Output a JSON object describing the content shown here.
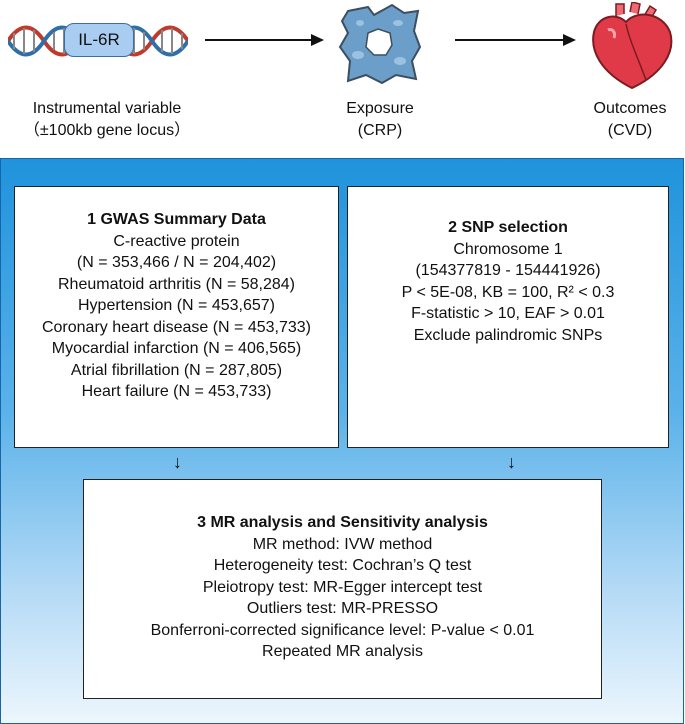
{
  "gene_label": "IL-6R",
  "captions": {
    "instrument_line1": "Instrumental variable",
    "instrument_line2": "（±100kb gene locus）",
    "exposure_line1": "Exposure",
    "exposure_line2": "(CRP)",
    "outcome_line1": "Outcomes",
    "outcome_line2": "(CVD)"
  },
  "box1": {
    "title": "1  GWAS Summary Data",
    "lines": [
      "C-reactive protein",
      "(N = 353,466 / N = 204,402)",
      "Rheumatoid arthritis (N = 58,284)",
      "Hypertension (N = 453,657)",
      "Coronary heart disease (N = 453,733)",
      "Myocardial infarction (N = 406,565)",
      "Atrial fibrillation (N = 287,805)",
      "Heart failure (N = 453,733)"
    ]
  },
  "box2": {
    "title": "2  SNP selection",
    "lines": [
      "Chromosome 1",
      "(154377819 - 154441926)",
      "P < 5E-08, KB = 100, R² < 0.3",
      "F-statistic > 10, EAF > 0.01",
      "Exclude palindromic SNPs"
    ]
  },
  "box3": {
    "title": "3  MR analysis and Sensitivity analysis",
    "lines": [
      "MR method: IVW method",
      "Heterogeneity test: Cochran’s Q test",
      "Pleiotropy test: MR-Egger intercept test",
      "Outliers test: MR-PRESSO",
      "Bonferroni-corrected significance level: P-value <  0.01",
      "Repeated MR analysis"
    ]
  },
  "down_arrow": "↓",
  "colors": {
    "panel_top": "#1f93dc",
    "dna_red": "#c0392b",
    "dna_blue": "#2e6fa8",
    "gene_box": "#a9cdf0",
    "cell": "#6b9fc9",
    "heart": "#e03a48"
  }
}
